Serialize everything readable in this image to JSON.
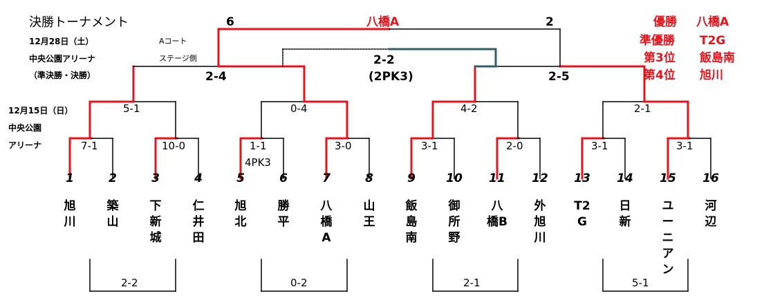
{
  "header": {
    "title": "決勝トーナメント",
    "date_final": "12月28日（土）",
    "venue_final": "中央公園アリーナ",
    "round_final": "（準決勝・決勝）",
    "court_a": "Aコート",
    "court_stage": "ステージ側",
    "date_early": "12月15日（日）",
    "venue_early_1": "中央公園",
    "venue_early_2": "アリーナ"
  },
  "results": {
    "champion_label": "優勝",
    "champion": "八橋A",
    "runner_up_label": "準優勝",
    "runner_up": "T2G",
    "third_label": "第3位",
    "third": "飯島南",
    "fourth_label": "第4位",
    "fourth": "旭川"
  },
  "final": {
    "winner": "八橋A",
    "left_score": "6",
    "right_score": "2"
  },
  "third_place": {
    "score": "2-2",
    "pk": "(2PK3)"
  },
  "semifinals": {
    "left": "2-4",
    "right": "2-5"
  },
  "quarterfinals": [
    "5-1",
    "0-4",
    "4-2",
    "2-1"
  ],
  "first_round": [
    "7-1",
    "10-0",
    "1-1",
    "3-0",
    "3-1",
    "2-0",
    "3-1",
    "3-1"
  ],
  "first_round_pk": "4PK3",
  "teams": [
    {
      "num": "1",
      "name": "旭川"
    },
    {
      "num": "2",
      "name": "築山"
    },
    {
      "num": "3",
      "name": "下新城"
    },
    {
      "num": "4",
      "name": "仁井田"
    },
    {
      "num": "5",
      "name": "旭北"
    },
    {
      "num": "6",
      "name": "勝平"
    },
    {
      "num": "7",
      "name": "八橋A"
    },
    {
      "num": "8",
      "name": "山王"
    },
    {
      "num": "9",
      "name": "飯島南"
    },
    {
      "num": "10",
      "name": "御所野"
    },
    {
      "num": "11",
      "name": "八橋B"
    },
    {
      "num": "12",
      "name": "外旭川"
    },
    {
      "num": "13",
      "name": "T2G"
    },
    {
      "num": "14",
      "name": "日新"
    },
    {
      "num": "15",
      "name": "ユーニアン"
    },
    {
      "num": "16",
      "name": "河辺"
    }
  ],
  "consolation": [
    "2-2",
    "0-2",
    "2-1",
    "5-1"
  ],
  "colors": {
    "win": "#e8121a",
    "line": "#000000",
    "teal": "#2f5f6b"
  }
}
